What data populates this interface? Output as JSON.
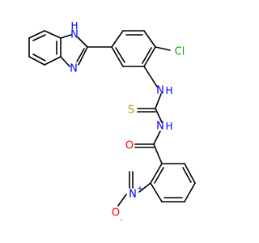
{
  "molecule": {
    "labels": {
      "imidazole_nh": "H",
      "imidazole_nh_n": "N",
      "imidazole_n": "N",
      "chloro": "Cl",
      "thiourea_nh_top": "H",
      "thiourea_n_top": "N",
      "thio_s": "S",
      "amide_nh": "H",
      "amide_n": "N",
      "carbonyl_o": "O",
      "nitro_n": "N",
      "nitro_plus": "+",
      "nitro_o": "O",
      "nitro_minus": "-"
    },
    "colors": {
      "bond": "#000000",
      "nitrogen": "#0000ff",
      "oxygen": "#ff0000",
      "chlorine": "#00aa00",
      "sulfur": "#b5a000",
      "hydrogen_on_n": "#0000ff"
    }
  }
}
